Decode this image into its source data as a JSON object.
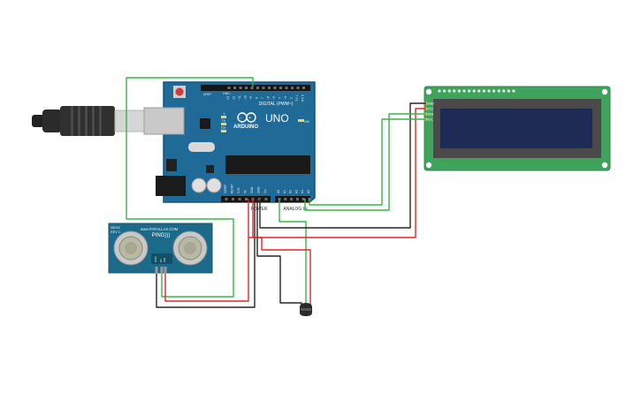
{
  "arduino": {
    "brand": "ARDUINO",
    "model": "UNO",
    "digital_label": "DIGITAL (PWM~)",
    "power_label": "POWER",
    "analog_label": "ANALOG IN",
    "tx_label": "TX",
    "rx_label": "RX",
    "l_label": "L",
    "on_label": "ON",
    "aref_label": "AREF",
    "gnd_label": "GND",
    "digital_pins": [
      "13",
      "12",
      "~11",
      "~10",
      "~9",
      "8",
      "7",
      "~6",
      "~5",
      "4",
      "~3",
      "2",
      "TX 1",
      "RX 0"
    ],
    "power_pins": [
      "IOREF",
      "RESET",
      "3.3V",
      "5V",
      "GND",
      "GND",
      "Vin"
    ],
    "analog_pins": [
      "A0",
      "A1",
      "A2",
      "A3",
      "A4",
      "A5"
    ]
  },
  "lcd": {
    "pins": [
      "GND",
      "VCC",
      "SDA",
      "SCL"
    ]
  },
  "ultrasonic": {
    "label_top": "PING)))",
    "brand": "www.PARALLAX.COM",
    "part": "28015",
    "rev": "REV C",
    "pin_labels": [
      "GND",
      "5V",
      "SIG"
    ]
  },
  "colors": {
    "board": "#1f6a96",
    "board_edge": "#17557a",
    "lcd_pcb": "#3fa35e",
    "lcd_screen": "#1e2c55",
    "sensor_pcb": "#1b6a8a",
    "wire_green": "#39b54a",
    "wire_red": "#e0262c",
    "wire_black": "#262626"
  }
}
